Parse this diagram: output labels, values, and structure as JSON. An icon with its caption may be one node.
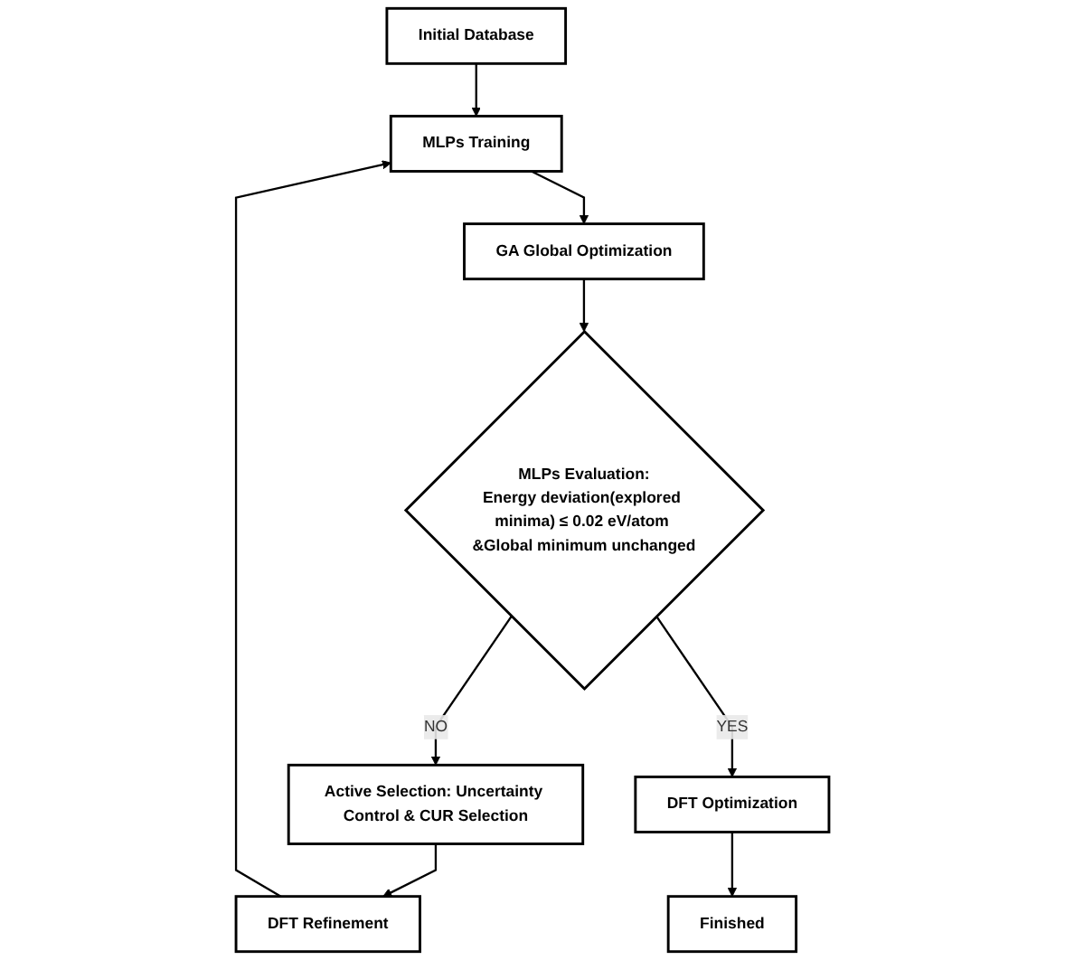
{
  "diagram": {
    "nodes": [
      {
        "text": [
          "Initial Database"
        ]
      },
      {
        "text": [
          "MLPs Training"
        ]
      },
      {
        "text": [
          "GA Global Optimization"
        ]
      },
      {
        "text": [
          "MLPs Evaluation:",
          "Energy deviation(explored minima) ≤ 0.02 eV/atom &Global minimum unchanged"
        ]
      },
      {
        "text": [
          "DFT Refinement"
        ]
      },
      {
        "text": [
          "Active Selection: Uncertainty Control & CUR Selection"
        ]
      },
      {
        "text": [
          "DFT Optimization"
        ]
      },
      {
        "text": [
          "Finished"
        ]
      }
    ],
    "edges": [
      {
        "from": 0,
        "to": 1,
        "arrow": "to"
      },
      {
        "from": 1,
        "to": 2,
        "arrow": "to"
      },
      {
        "from": 2,
        "to": 3,
        "arrow": "to"
      },
      {
        "from": 3,
        "to": 5,
        "arrow": "to",
        "label": "NO"
      },
      {
        "from": 5,
        "to": 4,
        "arrow": "to"
      },
      {
        "from": 4,
        "to": 1,
        "arrow": "to"
      },
      {
        "from": 3,
        "to": 6,
        "arrow": "to",
        "label": "YES"
      },
      {
        "from": 6,
        "to": 7,
        "arrow": "to"
      }
    ]
  }
}
